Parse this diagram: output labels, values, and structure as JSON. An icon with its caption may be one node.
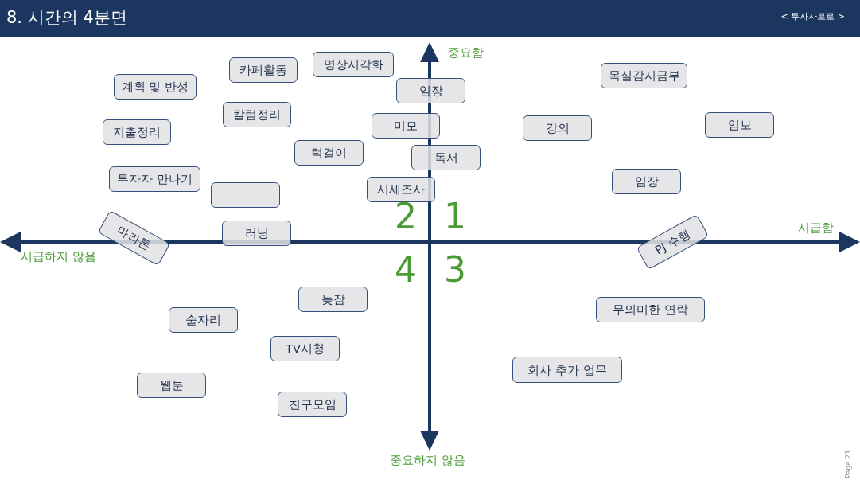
{
  "diagram": {
    "title": "8. 시간의 4분면",
    "nodes": [
      {
        "text": [
          "명상시각화"
        ]
      },
      {
        "text": [
          "카페활동"
        ]
      },
      {
        "text": [
          "목실감시금부"
        ]
      },
      {
        "text": [
          "계획 및 반성"
        ]
      },
      {
        "text": [
          "임장"
        ]
      },
      {
        "text": [
          "칼럼정리"
        ]
      },
      {
        "text": [
          "임보"
        ]
      },
      {
        "text": [
          "미모"
        ]
      },
      {
        "text": [
          "강의"
        ]
      },
      {
        "text": [
          "지출정리"
        ]
      },
      {
        "text": [
          "턱걸이"
        ]
      },
      {
        "text": [
          "독서"
        ]
      },
      {
        "text": [
          "투자자 만나기"
        ]
      },
      {
        "text": [
          "임장"
        ]
      },
      {
        "text": [
          "시세조사"
        ]
      },
      {
        "text": [],
        "shape": "box"
      },
      {
        "text": [
          "마라톤"
        ]
      },
      {
        "text": [
          "러닝"
        ]
      },
      {
        "text": [
          "PJ 수행"
        ]
      },
      {
        "text": [
          "늦잠"
        ]
      },
      {
        "text": [
          "무의미한 연락"
        ]
      },
      {
        "text": [
          "술자리"
        ]
      },
      {
        "text": [
          "TV시청"
        ]
      },
      {
        "text": [
          "회사 추가 업무"
        ]
      },
      {
        "text": [
          "웹툰"
        ]
      },
      {
        "text": [
          "친구모임"
        ]
      }
    ],
    "labels": [
      "< 투자자로로 >",
      "중요함",
      "2",
      "1",
      "시급함",
      "시급하지 않음",
      "4",
      "3",
      "중요하지 않음",
      "Page 21"
    ]
  }
}
